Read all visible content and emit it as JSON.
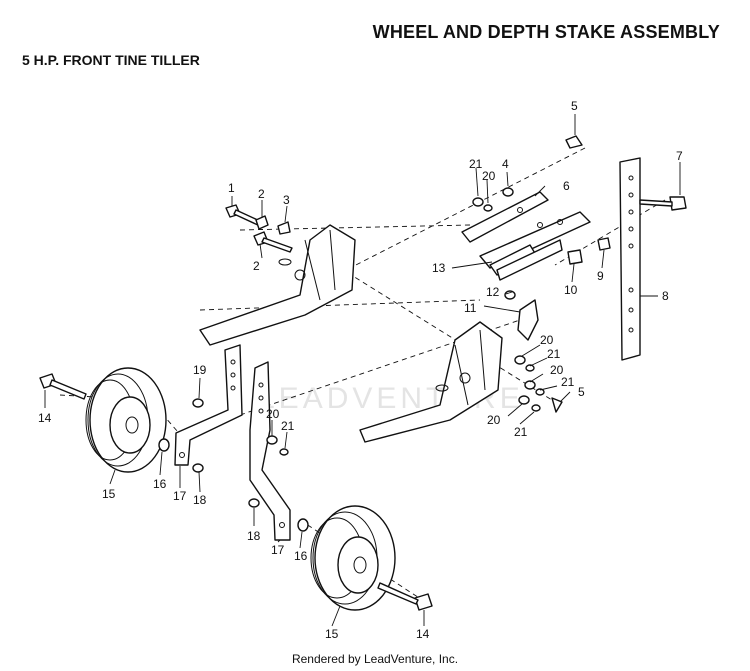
{
  "header": {
    "title": "WHEEL AND DEPTH STAKE ASSEMBLY",
    "subtitle": "5 H.P. FRONT TINE TILLER"
  },
  "watermark": "LEADVENTURE",
  "footer": "Rendered by LeadVenture, Inc.",
  "callouts": {
    "c1": "1",
    "c2a": "2",
    "c2b": "2",
    "c3": "3",
    "c4": "4",
    "c5a": "5",
    "c5b": "5",
    "c6": "6",
    "c7": "7",
    "c8": "8",
    "c9": "9",
    "c10": "10",
    "c11": "11",
    "c12": "12",
    "c13": "13",
    "c14a": "14",
    "c14b": "14",
    "c15a": "15",
    "c15b": "15",
    "c16a": "16",
    "c16b": "16",
    "c17a": "17",
    "c17b": "17",
    "c18a": "18",
    "c18b": "18",
    "c19": "19",
    "c20a": "20",
    "c20b": "20",
    "c20c": "20",
    "c20d": "20",
    "c20e": "20",
    "c21a": "21",
    "c21b": "21",
    "c21c": "21",
    "c21d": "21",
    "c21e": "21"
  }
}
